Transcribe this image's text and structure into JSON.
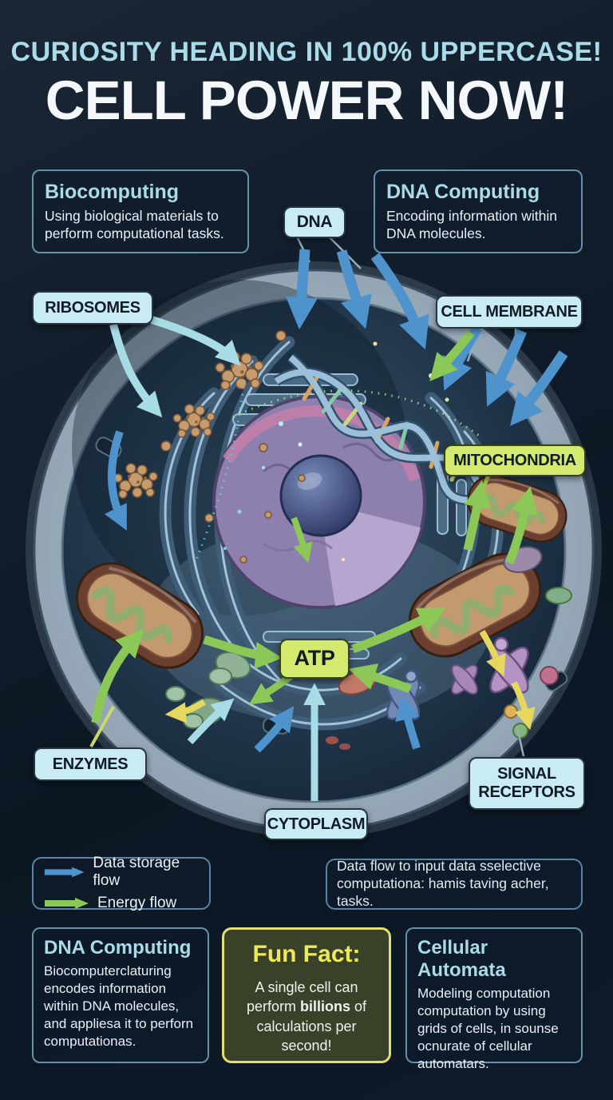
{
  "header": {
    "kicker": "CURIOSITY HEADING IN 100% UPPERCASE!",
    "title": "CELL POWER NOW!"
  },
  "info_boxes": {
    "biocomputing": {
      "title": "Biocomputing",
      "body": "Using biological materials to perform computational tasks."
    },
    "dna_computing": {
      "title": "DNA Computing",
      "body": "Encoding information within DNA molecules."
    }
  },
  "labels": {
    "dna": "DNA",
    "ribosomes": "RIBOSOMES",
    "cell_membrane": "CELL MEMBRANE",
    "mitochondria": "MITOCHONDRIA",
    "atp": "ATP",
    "enzymes": "ENZYMES",
    "signal_receptors": "SIGNAL RECEPTORS",
    "cytoplasm": "CYTOPLASM"
  },
  "legend": {
    "data_flow": "Data storage flow",
    "energy_flow": "Energy flow"
  },
  "caption": "Data flow to input data sselective computationa: hamis taving acher, tasks.",
  "bottom_boxes": {
    "dna_computing": {
      "title": "DNA Computing",
      "body": "Biocomputerclaturing encodes information within DNA molecules, and appliesa it to perforn computationas."
    },
    "fun_fact": {
      "title": "Fun Fact:",
      "body_prefix": "A single cell can perform ",
      "body_bold": "billions",
      "body_suffix": " of calculations per second!"
    },
    "cellular_automata": {
      "title": "Cellular Automata",
      "body": "Modeling computation computation by using grids of cells, in sounse ocnurate of cellular automatars."
    }
  },
  "colors": {
    "accent_cyan": "#a9dbe8",
    "pill_blue": "#c9ecf4",
    "pill_green": "#d3ea6e",
    "arrow_blue": "#4f93cc",
    "arrow_cyan": "#a7dce6",
    "arrow_green": "#8cc857",
    "arrow_yellow": "#e6d75f",
    "fun_fact_yellow": "#ece95a",
    "background": "#0d1a28"
  }
}
